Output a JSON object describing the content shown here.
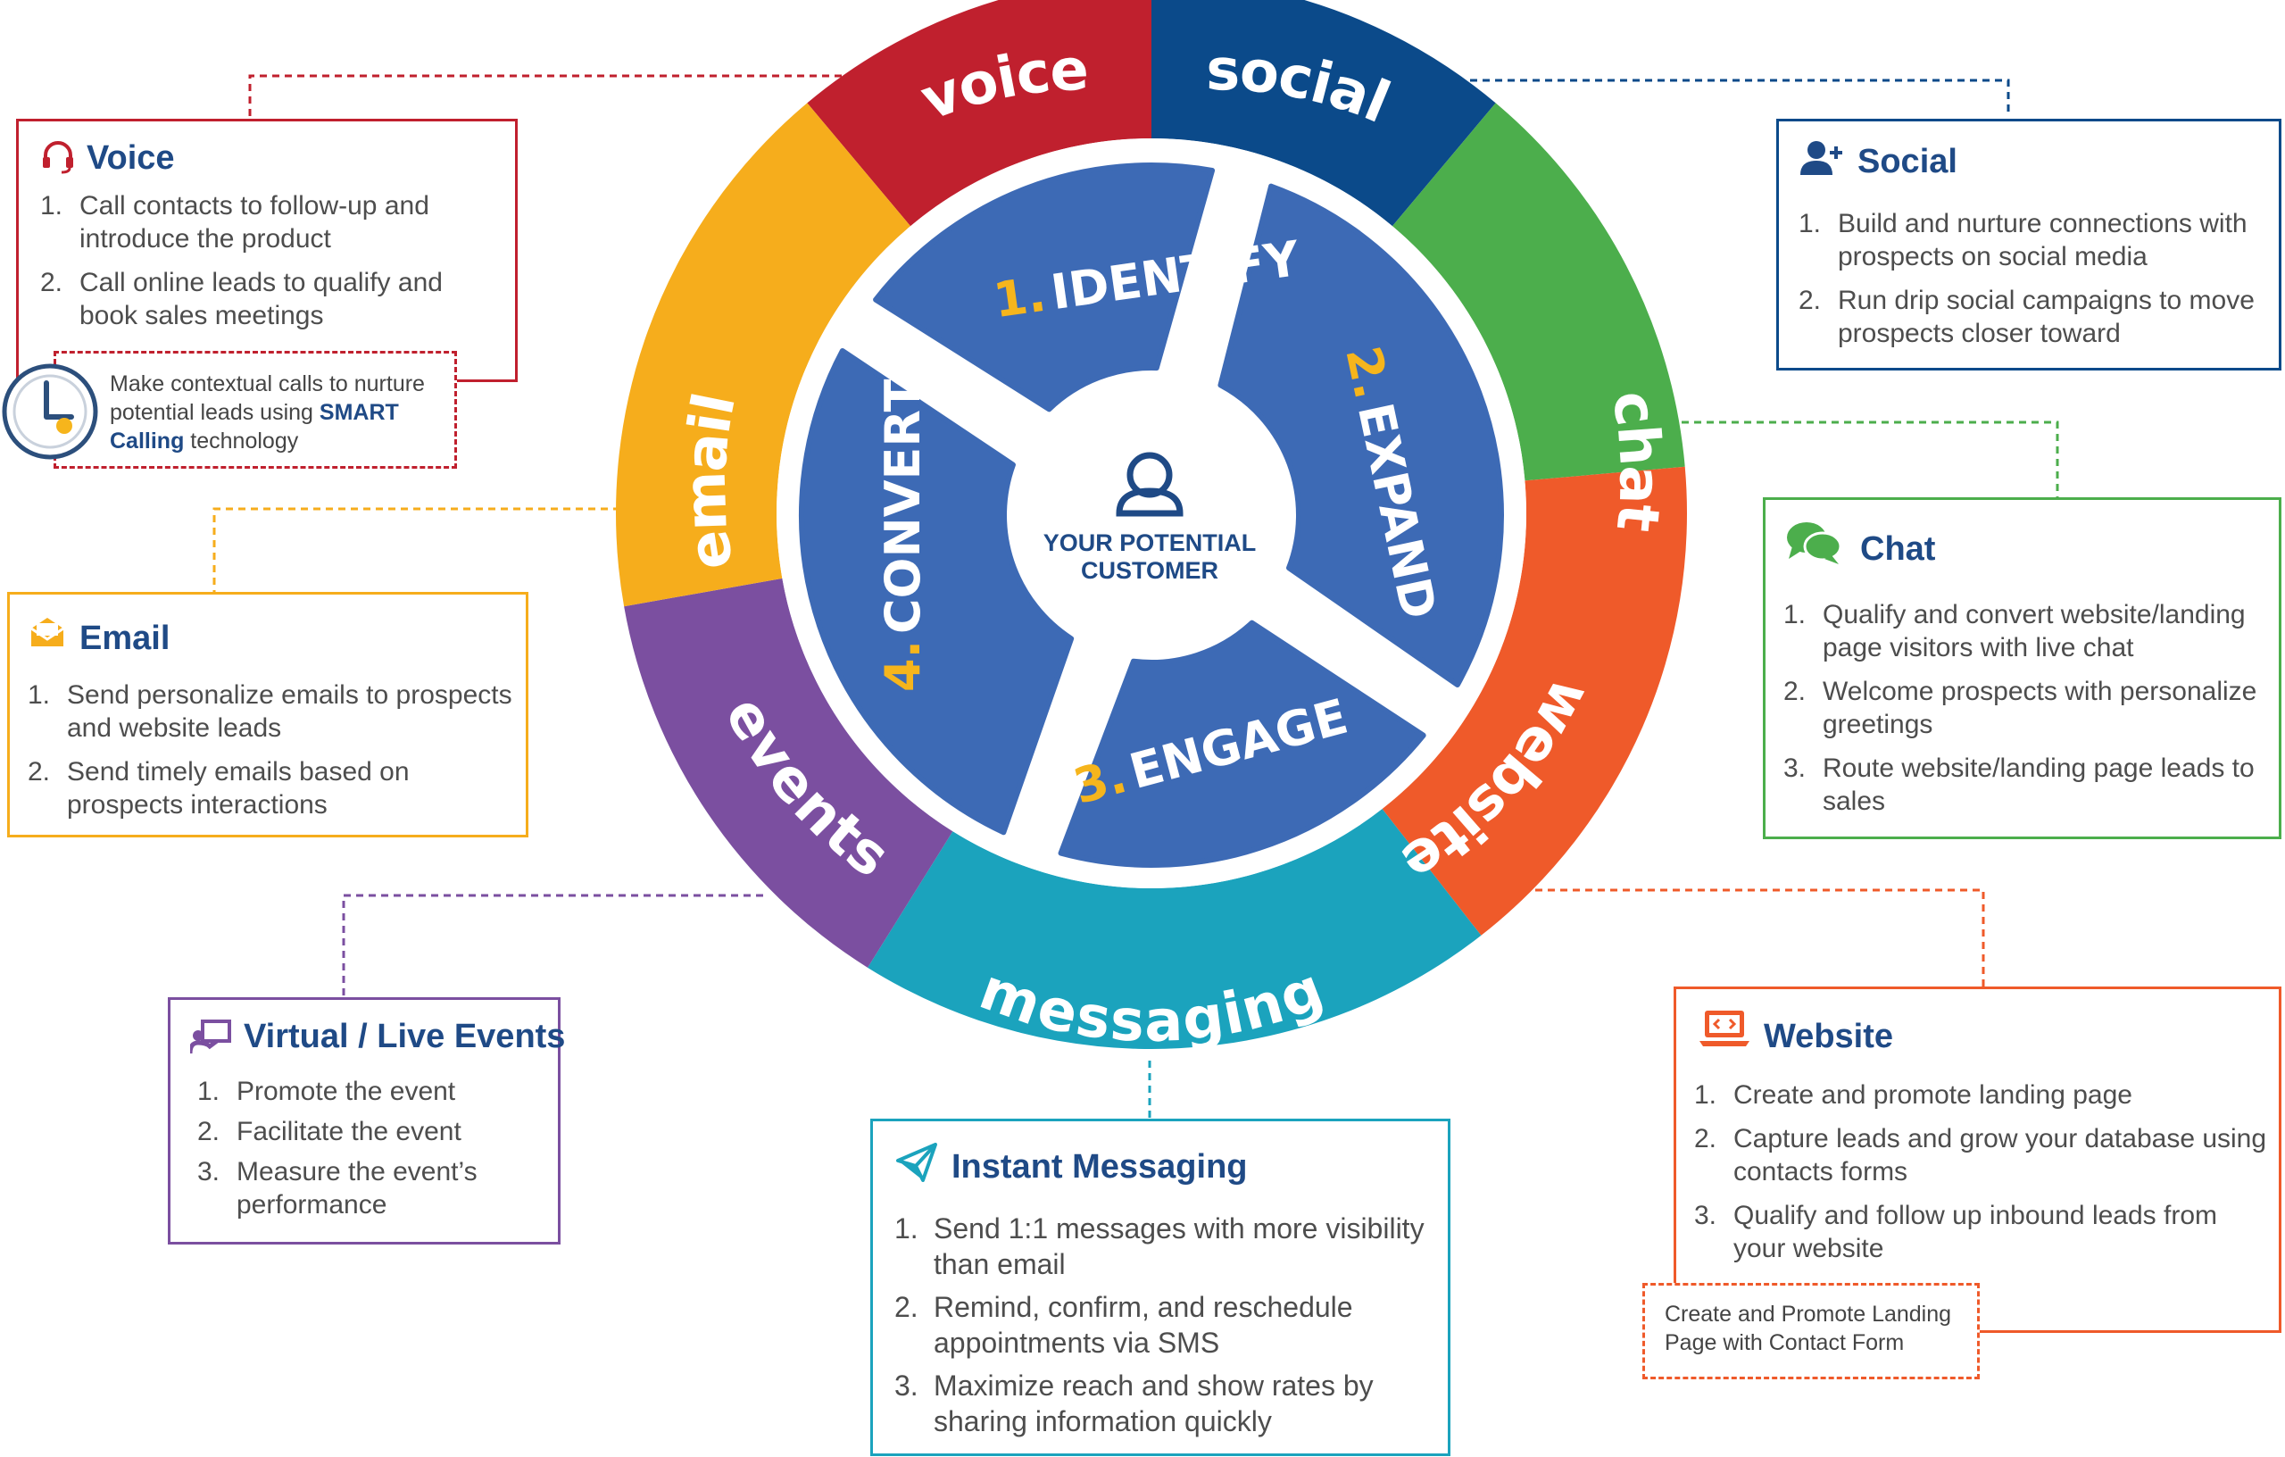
{
  "center": {
    "line1": "YOUR POTENTIAL",
    "line2": "CUSTOMER"
  },
  "stages": [
    {
      "num": "1.",
      "label": "IDENTIFY"
    },
    {
      "num": "2.",
      "label": "EXPAND"
    },
    {
      "num": "3.",
      "label": "ENGAGE"
    },
    {
      "num": "4.",
      "label": "CONVERT"
    }
  ],
  "ring": [
    {
      "label": "voice",
      "color": "#c0202e"
    },
    {
      "label": "social",
      "color": "#0b4a8a"
    },
    {
      "label": "chat",
      "color": "#4cae4c"
    },
    {
      "label": "website",
      "color": "#ef5a2a"
    },
    {
      "label": "messaging",
      "color": "#1ba3bd"
    },
    {
      "label": "events",
      "color": "#7b4fa0"
    },
    {
      "label": "email",
      "color": "#f6ad1c"
    }
  ],
  "colors": {
    "stage_fill": "#3d6ab5",
    "stage_number": "#f6b51c",
    "title_blue": "#1f4a86",
    "body_text": "#4d4d4d"
  },
  "boxes": {
    "voice": {
      "title": "Voice",
      "icon": "headset-icon",
      "items": [
        {
          "num": "1.",
          "text": "Call contacts to follow-up and introduce the product"
        },
        {
          "num": "2.",
          "text": "Call online leads to qualify and book sales meetings"
        }
      ],
      "note": {
        "text": "Make contextual calls to nurture potential leads using",
        "bold": "SMART Calling",
        "tail": "technology",
        "icon": "clock-icon"
      }
    },
    "social": {
      "title": "Social",
      "icon": "add-user-icon",
      "items": [
        {
          "num": "1.",
          "text": "Build and nurture connections with prospects on social media"
        },
        {
          "num": "2.",
          "text": "Run drip social campaigns to move prospects closer toward"
        }
      ]
    },
    "chat": {
      "title": "Chat",
      "icon": "chat-bubbles-icon",
      "items": [
        {
          "num": "1.",
          "text": "Qualify and convert website/landing page visitors with live chat"
        },
        {
          "num": "2.",
          "text": "Welcome prospects with personalize greetings"
        },
        {
          "num": "3.",
          "text": "Route website/landing page leads to sales"
        }
      ]
    },
    "email": {
      "title": "Email",
      "icon": "envelope-icon",
      "items": [
        {
          "num": "1.",
          "text": "Send personalize emails to prospects and website leads"
        },
        {
          "num": "2.",
          "text": "Send timely emails based on prospects interactions"
        }
      ]
    },
    "events": {
      "title": "Virtual / Live Events",
      "icon": "presenter-icon",
      "items": [
        {
          "num": "1.",
          "text": "Promote the event"
        },
        {
          "num": "2.",
          "text": "Facilitate the event"
        },
        {
          "num": "3.",
          "text": "Measure the event’s performance"
        }
      ]
    },
    "messaging": {
      "title": "Instant Messaging",
      "icon": "paper-plane-icon",
      "items": [
        {
          "num": "1.",
          "text": "Send 1:1 messages with more visibility than email"
        },
        {
          "num": "2.",
          "text": "Remind, confirm, and reschedule appointments via SMS"
        },
        {
          "num": "3.",
          "text": "Maximize reach and show rates by sharing information quickly"
        }
      ]
    },
    "website": {
      "title": "Website",
      "icon": "laptop-code-icon",
      "items": [
        {
          "num": "1.",
          "text": "Create and  promote landing page"
        },
        {
          "num": "2.",
          "text": "Capture leads and grow your database using contacts forms"
        },
        {
          "num": "3.",
          "text": "Qualify and follow up inbound leads from your website"
        }
      ],
      "note": {
        "text": "Create and Promote Landing Page with Contact Form"
      }
    }
  }
}
